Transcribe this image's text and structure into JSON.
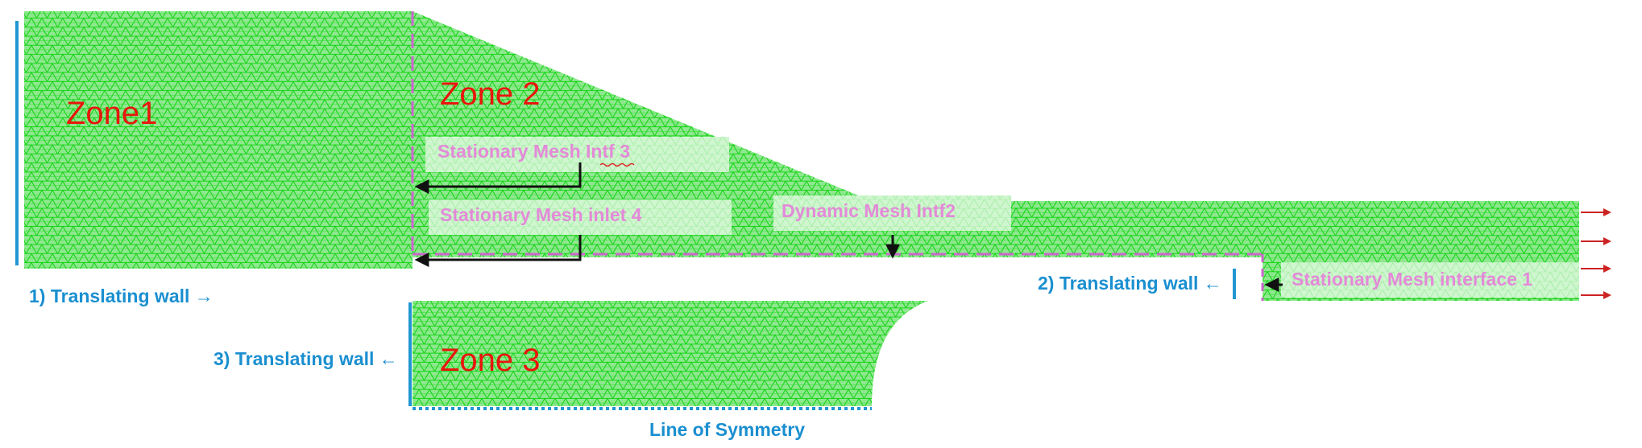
{
  "diagram": {
    "zones": {
      "zone1": "Zone1",
      "zone2": "Zone 2",
      "zone3": "Zone 3"
    },
    "mesh_labels": {
      "stationary_intf3": "Stationary Mesh Intf 3",
      "stationary_inlet4": "Stationary Mesh inlet 4",
      "dynamic_intf2": "Dynamic  Mesh Intf2",
      "stationary_interface1": "Stationary Mesh interface 1"
    },
    "wall_labels": {
      "wall1": "1) Translating wall →",
      "wall2": "2) Translating wall ←",
      "wall3": "3) Translating wall ←"
    },
    "symmetry_label": "Line of Symmetry",
    "colors": {
      "mesh_fill": "#8fe88f",
      "mesh_line": "#18d418",
      "zone_text": "#e8160c",
      "mesh_label_text": "#e38ad8",
      "interface_dash": "#cc66cc",
      "wall_blue": "#2196d3",
      "label_blue": "#1a8fd0",
      "outlet_red": "#cc2222",
      "arrow_black": "#111111"
    }
  }
}
